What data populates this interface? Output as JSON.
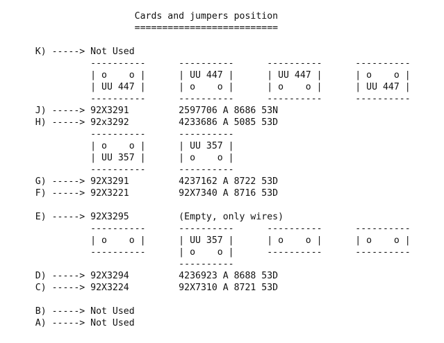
{
  "lines": [
    "                      Cards and jumpers position",
    "                      ==========================",
    "",
    "    K) -----> Not Used",
    "              ----------      ----------      ----------      ----------",
    "              | o    o |      | UU 447 |      | UU 447 |      | o    o |",
    "              | UU 447 |      | o    o |      | o    o |      | UU 447 |",
    "              ----------      ----------      ----------      ----------",
    "    J) -----> 92X3291         2597706 A 8686 53N",
    "    H) -----> 92x3292         4233686 A 5085 53D",
    "              ----------      ----------",
    "              | o    o |      | UU 357 |",
    "              | UU 357 |      | o    o |",
    "              ----------      ----------",
    "    G) -----> 92X3291         4237162 A 8722 53D",
    "    F) -----> 92X3221         92X7340 A 8716 53D",
    "",
    "    E) -----> 92X3295         (Empty, only wires)",
    "              ----------      ----------      ----------      ----------",
    "              | o    o |      | UU 357 |      | o    o |      | o    o |",
    "              ----------      | o    o |      ----------      ----------",
    "                              ----------",
    "    D) -----> 92X3294         4236923 A 8688 53D",
    "    C) -----> 92X3224         92X7310 A 8721 53D",
    "",
    "    B) -----> Not Used",
    "    A) -----> Not Used"
  ]
}
